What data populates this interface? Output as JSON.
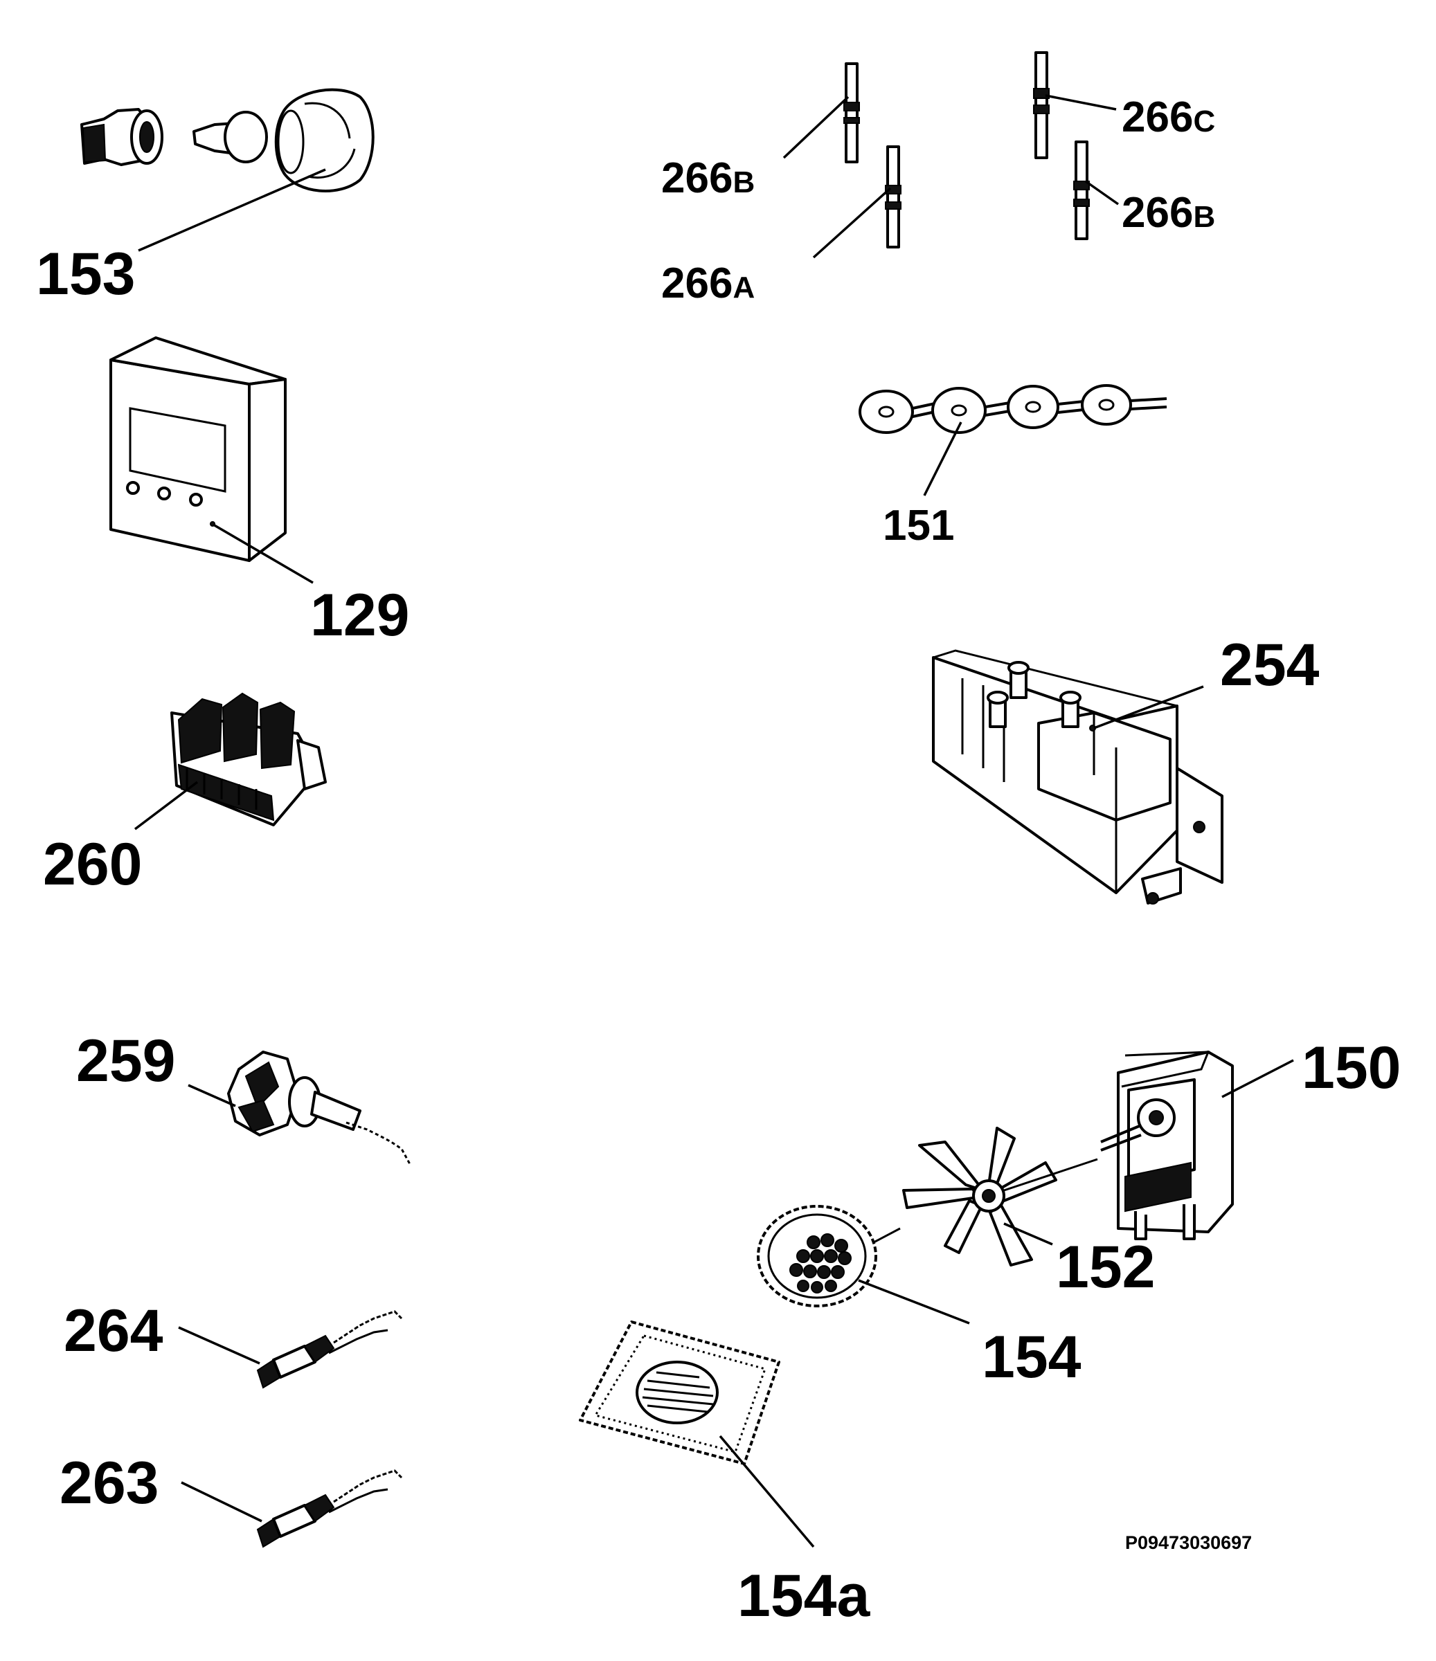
{
  "diagram": {
    "labels": {
      "p153": "153",
      "p266b_left": "266",
      "p266b_left_suffix": "B",
      "p266c": "266",
      "p266c_suffix": "C",
      "p266b_right": "266",
      "p266b_right_suffix": "B",
      "p266a": "266",
      "p266a_suffix": "A",
      "p129": "129",
      "p151": "151",
      "p254": "254",
      "p260": "260",
      "p259": "259",
      "p150": "150",
      "p152": "152",
      "p154": "154",
      "p264": "264",
      "p263": "263",
      "p154a": "154a"
    },
    "drawing_code": "P09473030697"
  }
}
